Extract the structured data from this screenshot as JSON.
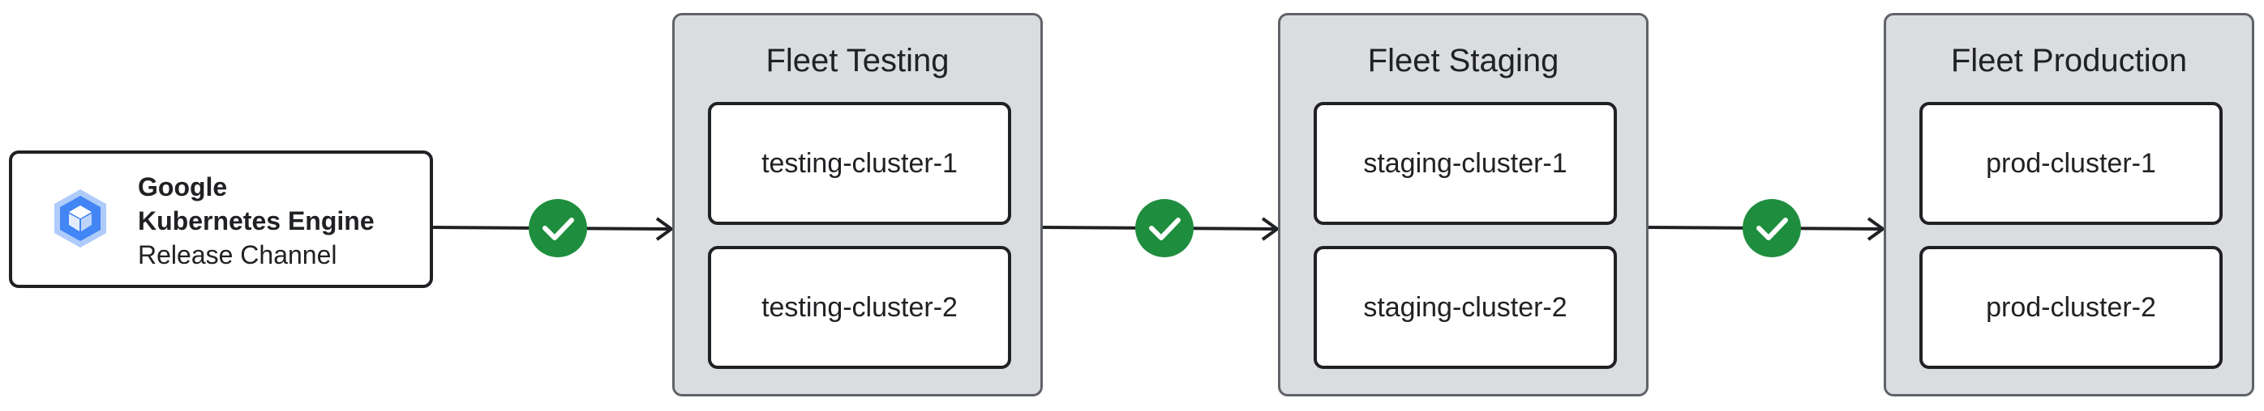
{
  "source": {
    "line1": "Google",
    "line2": "Kubernetes Engine",
    "line3": "Release Channel"
  },
  "fleets": [
    {
      "title": "Fleet Testing",
      "clusters": [
        "testing-cluster-1",
        "testing-cluster-2"
      ]
    },
    {
      "title": "Fleet Staging",
      "clusters": [
        "staging-cluster-1",
        "staging-cluster-2"
      ]
    },
    {
      "title": "Fleet Production",
      "clusters": [
        "prod-cluster-1",
        "prod-cluster-2"
      ]
    }
  ],
  "connectors": [
    {
      "icon": "check-circle-icon",
      "status": "passed"
    },
    {
      "icon": "check-circle-icon",
      "status": "passed"
    },
    {
      "icon": "check-circle-icon",
      "status": "passed"
    }
  ],
  "colors": {
    "check_green": "#1e8e3e",
    "fleet_fill": "#dadce0",
    "gke_blue": "#4285f4",
    "gke_light_blue": "#aecbfa"
  }
}
